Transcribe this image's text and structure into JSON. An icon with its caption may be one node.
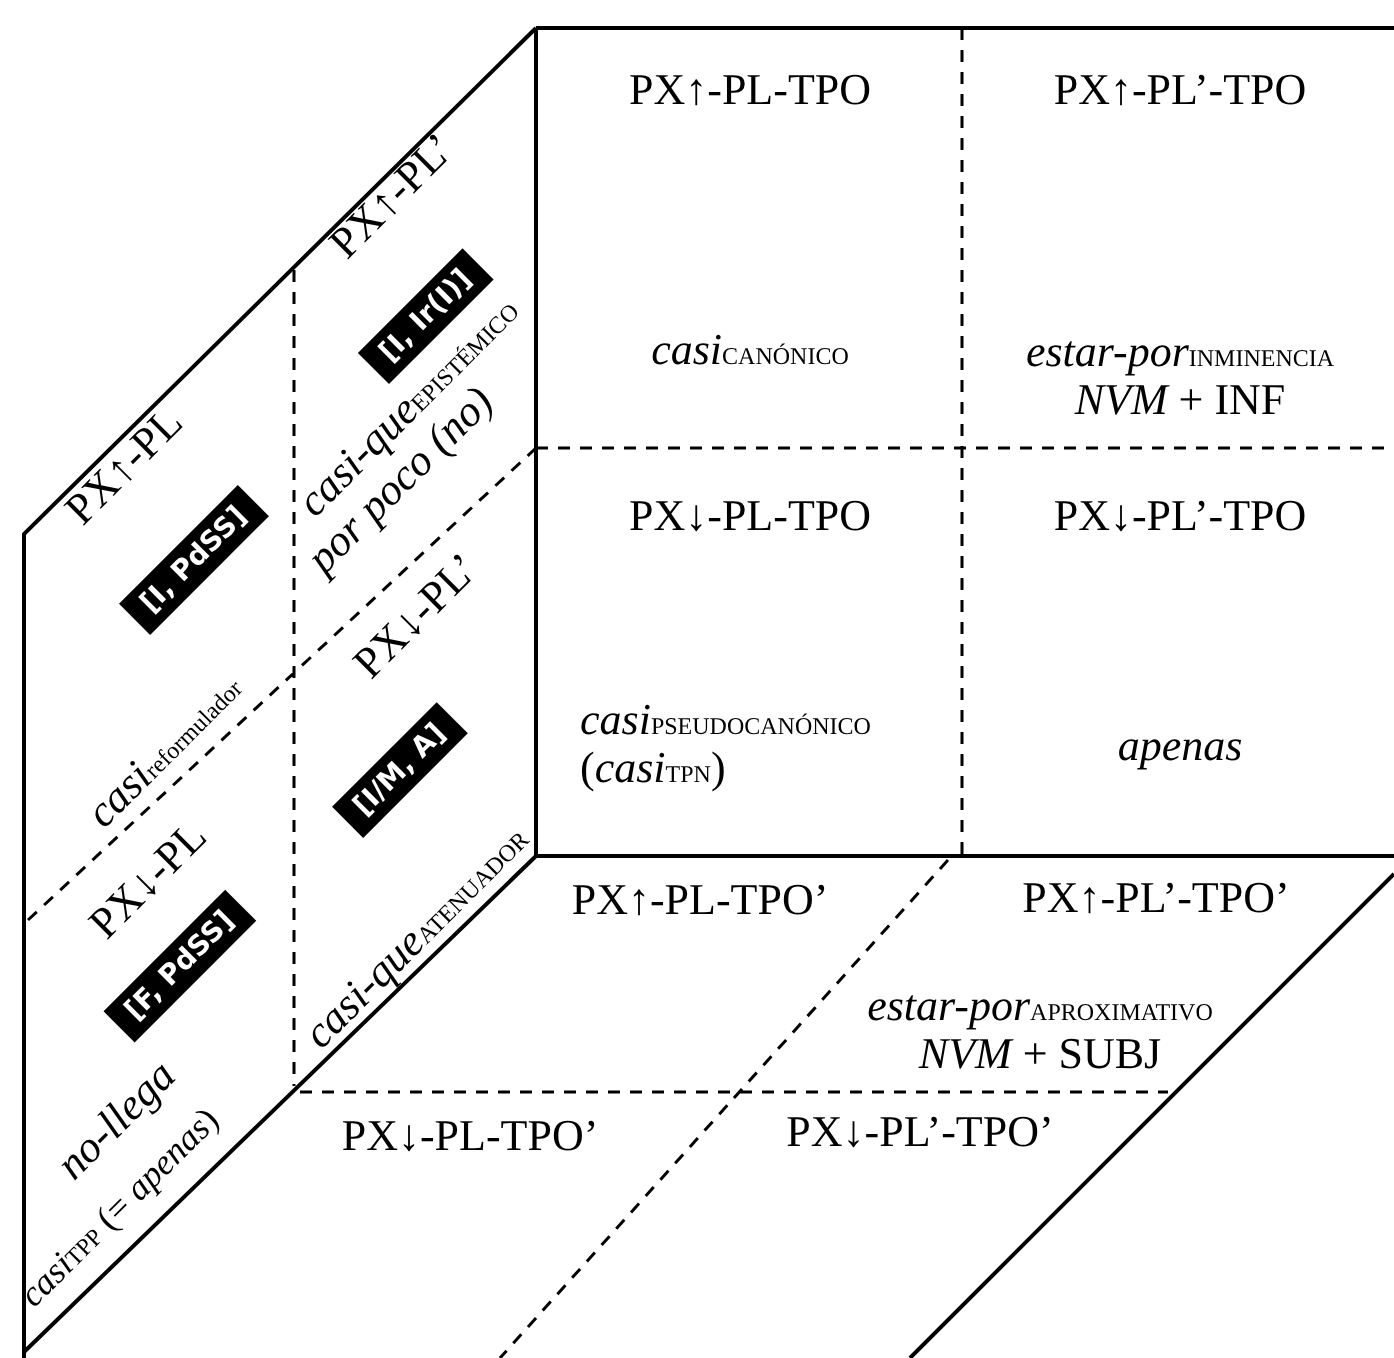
{
  "diagram": {
    "nodes": [
      {
        "text": [
          "PX↑-PL-TPO",
          "*casi*$_{CANÓNICO}$"
        ]
      },
      {
        "text": [
          "PX↑-PL’-TPO",
          "*estar-por*$_{INMINENCIA}$ *NVM* + INF"
        ]
      },
      {
        "text": [
          "PX↓-PL-TPO",
          "*casi*$_{PSEUDOCANÓNICO}$ (*casi*$_{TPN}$)"
        ]
      },
      {
        "text": [
          "PX↓-PL’-TPO",
          "apenas"
        ]
      },
      {
        "text": [
          "PX↑-PL",
          "*casi*$_{reformulador}$"
        ]
      },
      {
        "text": [
          "[I, PdSS]"
        ],
        "in": 4
      },
      {
        "text": [
          "PX↑-PL’",
          "*casi-que*$_{EPISTÉMICO}$",
          "por poco (no)"
        ]
      },
      {
        "text": [
          "[I, Ir(I)]"
        ],
        "in": 6
      },
      {
        "text": [
          "PX↓-PL",
          "no-llega",
          "*casi*$_{TPP}$ (= *apenas*)"
        ]
      },
      {
        "text": [
          "[F, PdSS]"
        ],
        "in": 8
      },
      {
        "text": [
          "PX↓-PL’",
          "*casi-que*$_{ATENUADOR}$"
        ]
      },
      {
        "text": [
          "[I/M, A]"
        ],
        "in": 10
      },
      {
        "text": [
          "PX↑-PL-TPO’"
        ]
      },
      {
        "text": [
          "PX↑-PL’-TPO’",
          "*estar-por*$_{APROXIMATIVO}$ *NVM* + SUBJ"
        ]
      },
      {
        "text": [
          "PX↓-PL-TPO’"
        ]
      },
      {
        "text": [
          "PX↓-PL’-TPO’"
        ]
      }
    ]
  }
}
